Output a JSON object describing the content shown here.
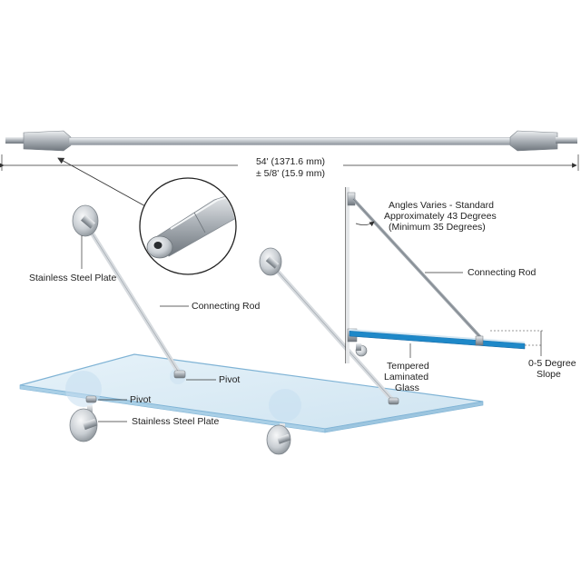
{
  "dimension": {
    "length": "54' (1371.6 mm)",
    "tolerance": "± 5/8' (15.9 mm)"
  },
  "callouts": {
    "plate_top": "Stainless Steel Plate",
    "rod_left": "Connecting Rod",
    "pivot_right": "Pivot",
    "pivot_left": "Pivot",
    "plate_bottom": "Stainless Steel Plate",
    "angle_line1": "Angles Varies - Standard",
    "angle_line2": "Approximately 43 Degrees",
    "angle_line3": "(Minimum 35 Degrees)",
    "rod_right": "Connecting Rod",
    "glass_line1": "Tempered",
    "glass_line2": "Laminated",
    "glass_line3": "Glass",
    "slope_line1": "0-5 Degree",
    "slope_line2": "Slope"
  },
  "colors": {
    "rod_metal": "#c8ccd0",
    "glass": "#d9ebf5",
    "glass_edge": "#7fb3d5",
    "glass_side": "#1e88c8",
    "line": "#333333"
  }
}
